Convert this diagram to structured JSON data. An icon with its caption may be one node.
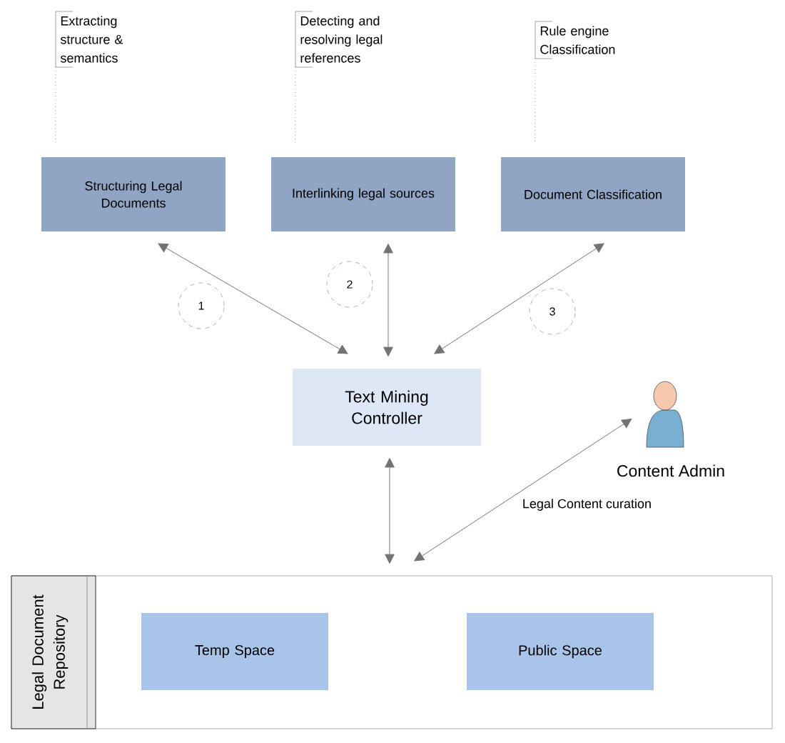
{
  "diagram": {
    "nodes": [
      {
        "text": [
          "Extracting structure & semantics"
        ]
      },
      {
        "text": [
          "Detecting and resolving legal references"
        ]
      },
      {
        "text": [
          "Rule engine Classification"
        ]
      },
      {
        "text": [
          "Structuring Legal Documents"
        ]
      },
      {
        "text": [
          "Interlinking legal sources"
        ]
      },
      {
        "text": [
          "Document Classification"
        ]
      },
      {
        "text": [
          "1"
        ]
      },
      {
        "text": [
          "2"
        ]
      },
      {
        "text": [
          "3"
        ]
      },
      {
        "text": [
          "Text Mining Controller"
        ]
      },
      {
        "text": [],
        "shape": "person",
        "beside": [
          "Content Admin"
        ]
      },
      {
        "text": [
          "Legal Document Repository"
        ]
      },
      {
        "text": [
          "Temp Space"
        ],
        "in": 11
      },
      {
        "text": [
          "Public Space"
        ],
        "in": 11
      }
    ],
    "edges": [
      {
        "from": 0,
        "to": 3,
        "arrow": "none",
        "style": "dashed"
      },
      {
        "from": 1,
        "to": 4,
        "arrow": "none",
        "style": "dashed"
      },
      {
        "from": 2,
        "to": 5,
        "arrow": "none",
        "style": "dashed"
      },
      {
        "from": 3,
        "to": 9,
        "arrow": "both"
      },
      {
        "from": 4,
        "to": 9,
        "arrow": "both"
      },
      {
        "from": 5,
        "to": 9,
        "arrow": "both"
      },
      {
        "from": 9,
        "to": 11,
        "arrow": "both"
      },
      {
        "from": 10,
        "to": 11,
        "arrow": "both",
        "label": "Legal Content curation"
      }
    ]
  }
}
